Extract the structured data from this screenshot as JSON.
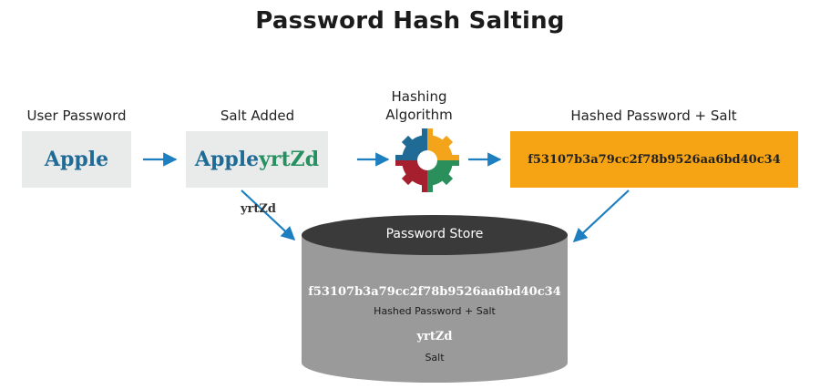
{
  "title": "Password Hash Salting",
  "labels": {
    "user_password": "User Password",
    "salt_added": "Salt Added",
    "hashing_line1": "Hashing",
    "hashing_line2": "Algorithm",
    "hashed_password_salt": "Hashed Password + Salt"
  },
  "boxes": {
    "password": "Apple",
    "salted_base": "Apple",
    "salted_salt": "yrtZd",
    "hash": "f53107b3a79cc2f78b9526aa6bd40c34"
  },
  "salt_arrow_label": "yrtZd",
  "store": {
    "title": "Password Store",
    "hash": "f53107b3a79cc2f78b9526aa6bd40c34",
    "hash_caption": "Hashed Password + Salt",
    "salt": "yrtZd",
    "salt_caption": "Salt"
  },
  "colors": {
    "accent_blue": "#1f6b95",
    "salt_green": "#269060",
    "hash_orange": "#f7a414",
    "light_gray": "#e9eaea",
    "cylinder_top": "#3a3a3a",
    "cylinder_body": "#9a9a9a",
    "arrow_blue": "#1d7fc0"
  },
  "icons": {
    "gear": "gear-icon"
  }
}
